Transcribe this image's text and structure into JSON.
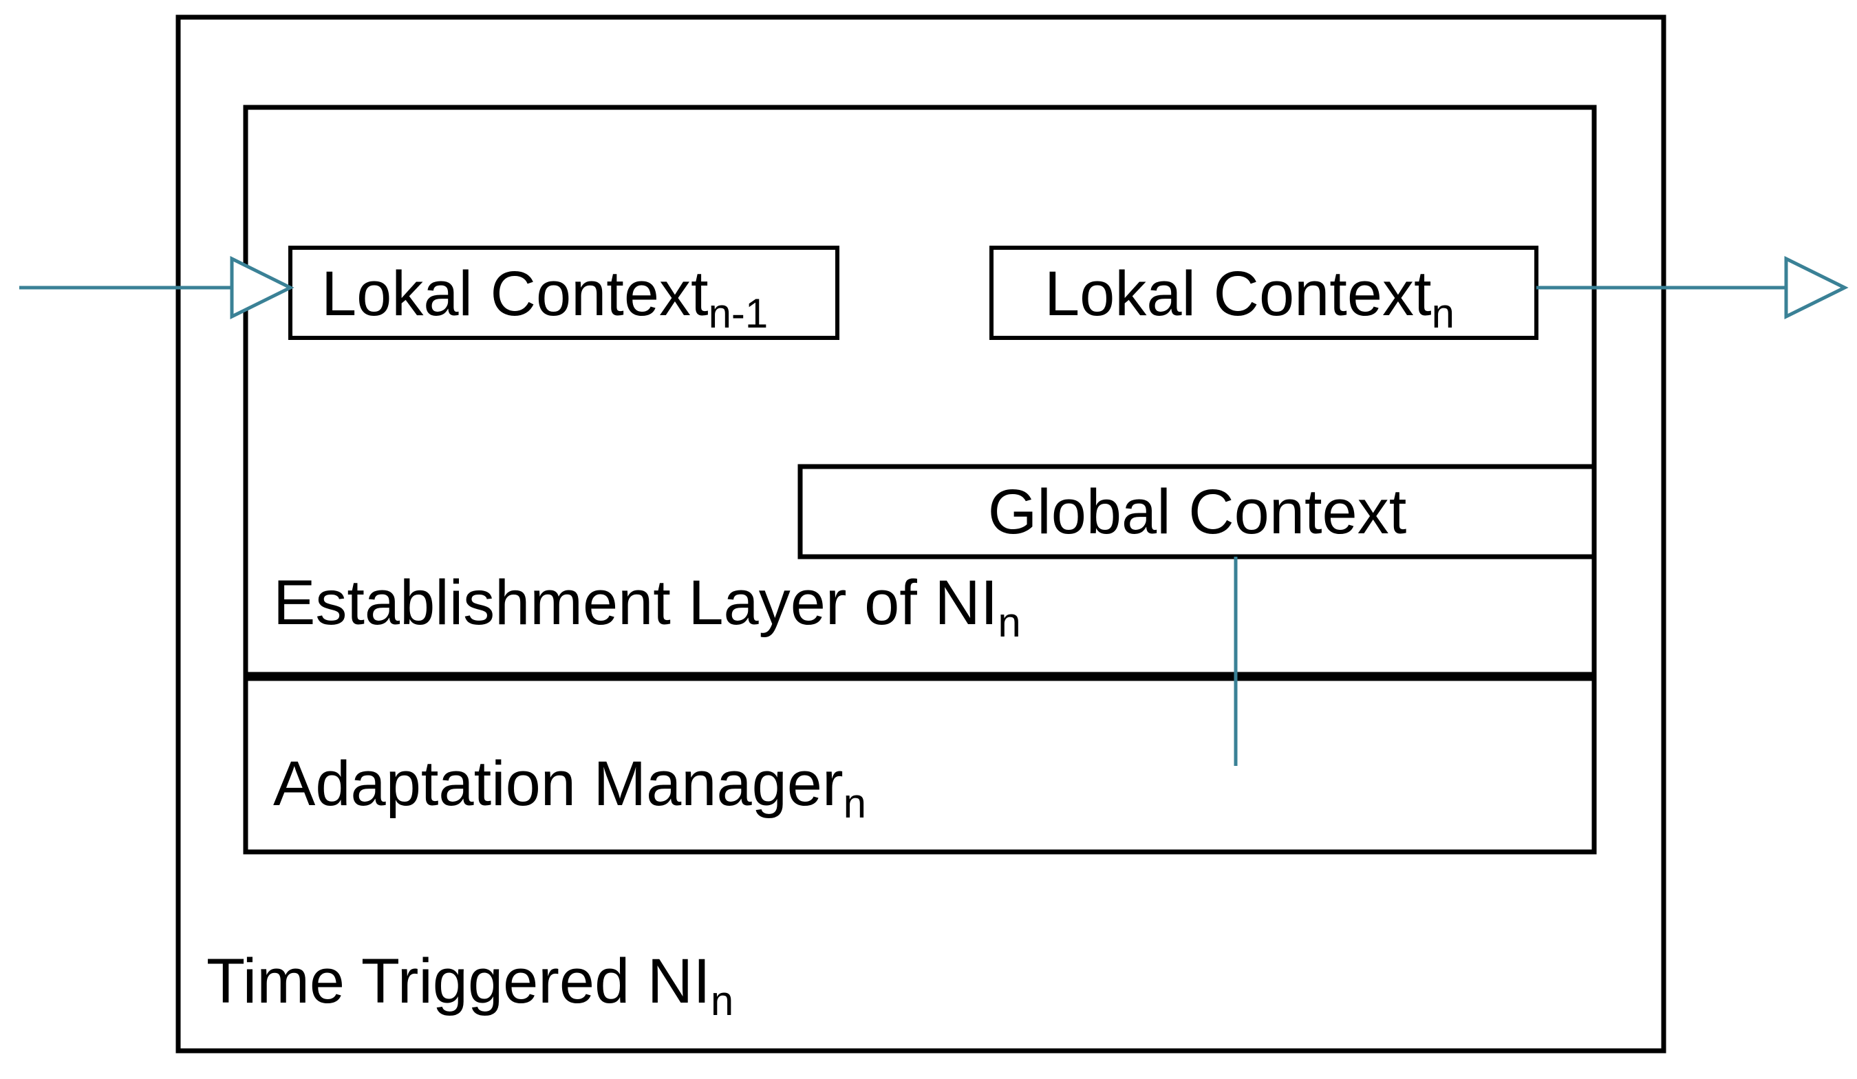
{
  "diagram": {
    "outer_box": {
      "label": "Time Triggered NI",
      "subscript": "n"
    },
    "establishment_layer": {
      "label": "Establishment Layer of NI",
      "subscript": "n"
    },
    "adaptation_manager": {
      "label": "Adaptation Manager",
      "subscript": "n"
    },
    "lokal_context_prev": {
      "label": "Lokal Context",
      "subscript": "n-1"
    },
    "lokal_context_curr": {
      "label": "Lokal Context",
      "subscript": "n"
    },
    "global_context": {
      "label": "Global Context"
    },
    "colors": {
      "box_stroke": "#000000",
      "connector": "#3a8196",
      "text": "#000000",
      "background": "#ffffff"
    }
  }
}
